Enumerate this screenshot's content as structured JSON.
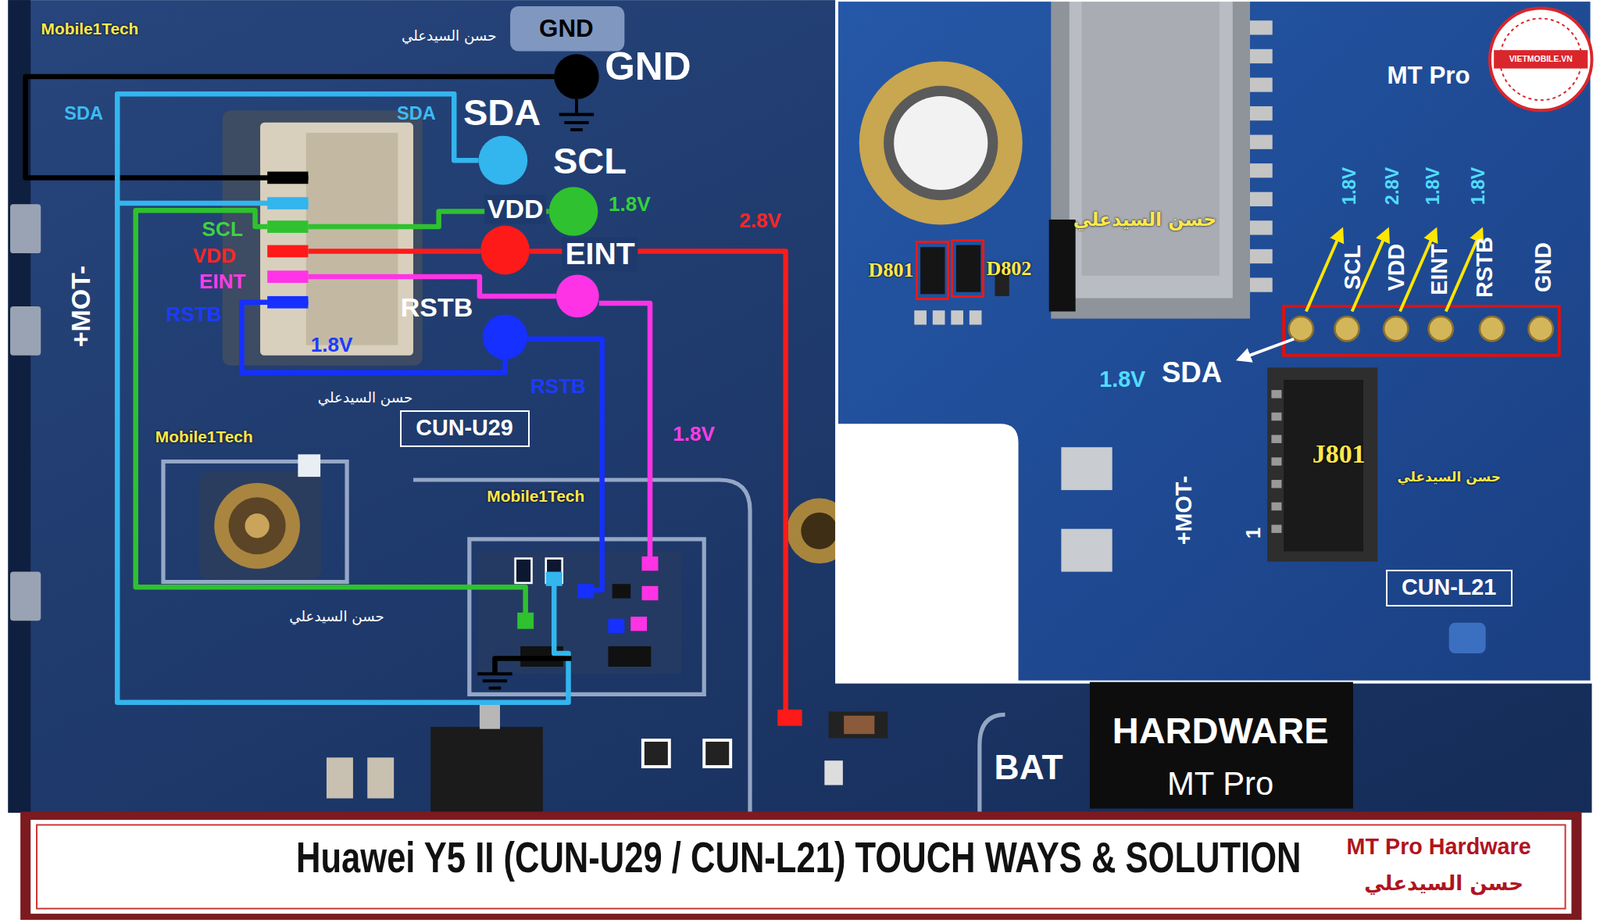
{
  "diagram": {
    "title": "Huawei Y5 II (CUN-U29 / CUN-L21) TOUCH WAYS & SOLUTION",
    "nodes": [
      {
        "text": [
          "CUN-U29"
        ]
      },
      {
        "text": [
          "CUN-L21"
        ]
      },
      {
        "text": [
          "D801"
        ]
      },
      {
        "text": [
          "D802"
        ]
      }
    ],
    "labels": [
      "Mobile1Tech",
      "حسن السيدعلي",
      "GND",
      "GND",
      "SDA",
      "SDA",
      "SDA",
      "SCL",
      "1.8V",
      "VDD",
      "SCL",
      "EINT",
      "VDD",
      "2.8V",
      "EINT",
      "RSTB",
      "RSTB",
      "1.8V",
      "RSTB",
      "1.8V",
      "حسن السيدعلي",
      "+MOT-",
      "Mobile1Tech",
      "Mobile1Tech",
      "حسن السيدعلي",
      "MT Pro",
      "VIETMOBILE.VN",
      "حسن السيدعلي",
      "1.8V",
      "2.8V",
      "1.8V",
      "1.8V",
      "SCL",
      "VDD",
      "EINT",
      "RSTB",
      "GND",
      "1.8V",
      "SDA",
      "J801",
      "حسن السيدعلي",
      "+MOT-",
      "1",
      "HARDWARE",
      "MT Pro",
      "BAT",
      "MT Pro Hardware",
      "حسن السيدعلي"
    ]
  }
}
